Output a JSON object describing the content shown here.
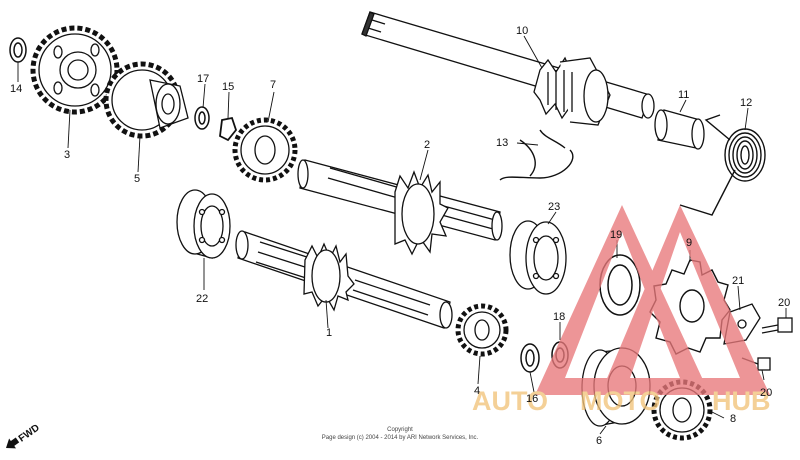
{
  "diagram": {
    "part_labels": {
      "p1": "1",
      "p2": "2",
      "p3": "3",
      "p4": "4",
      "p5": "5",
      "p6": "6",
      "p7": "7",
      "p8": "8",
      "p9": "9",
      "p10": "10",
      "p11": "11",
      "p12": "12",
      "p13": "13",
      "p14": "14",
      "p15": "15",
      "p16": "16",
      "p17": "17",
      "p18": "18",
      "p19": "19",
      "p20a": "20",
      "p20b": "20",
      "p21": "21",
      "p22": "22",
      "p23": "23"
    },
    "direction_label": "FWD",
    "copyright_line1": "Copyright",
    "copyright_line2": "Page design (c) 2004 - 2014 by ARI Network Services, Inc."
  },
  "watermark": {
    "text_auto": "AUTO",
    "text_moto": "MOTO",
    "text_hub": "HUB",
    "colors": {
      "triangle": "#e8787a",
      "text": "#f1c47a"
    }
  }
}
